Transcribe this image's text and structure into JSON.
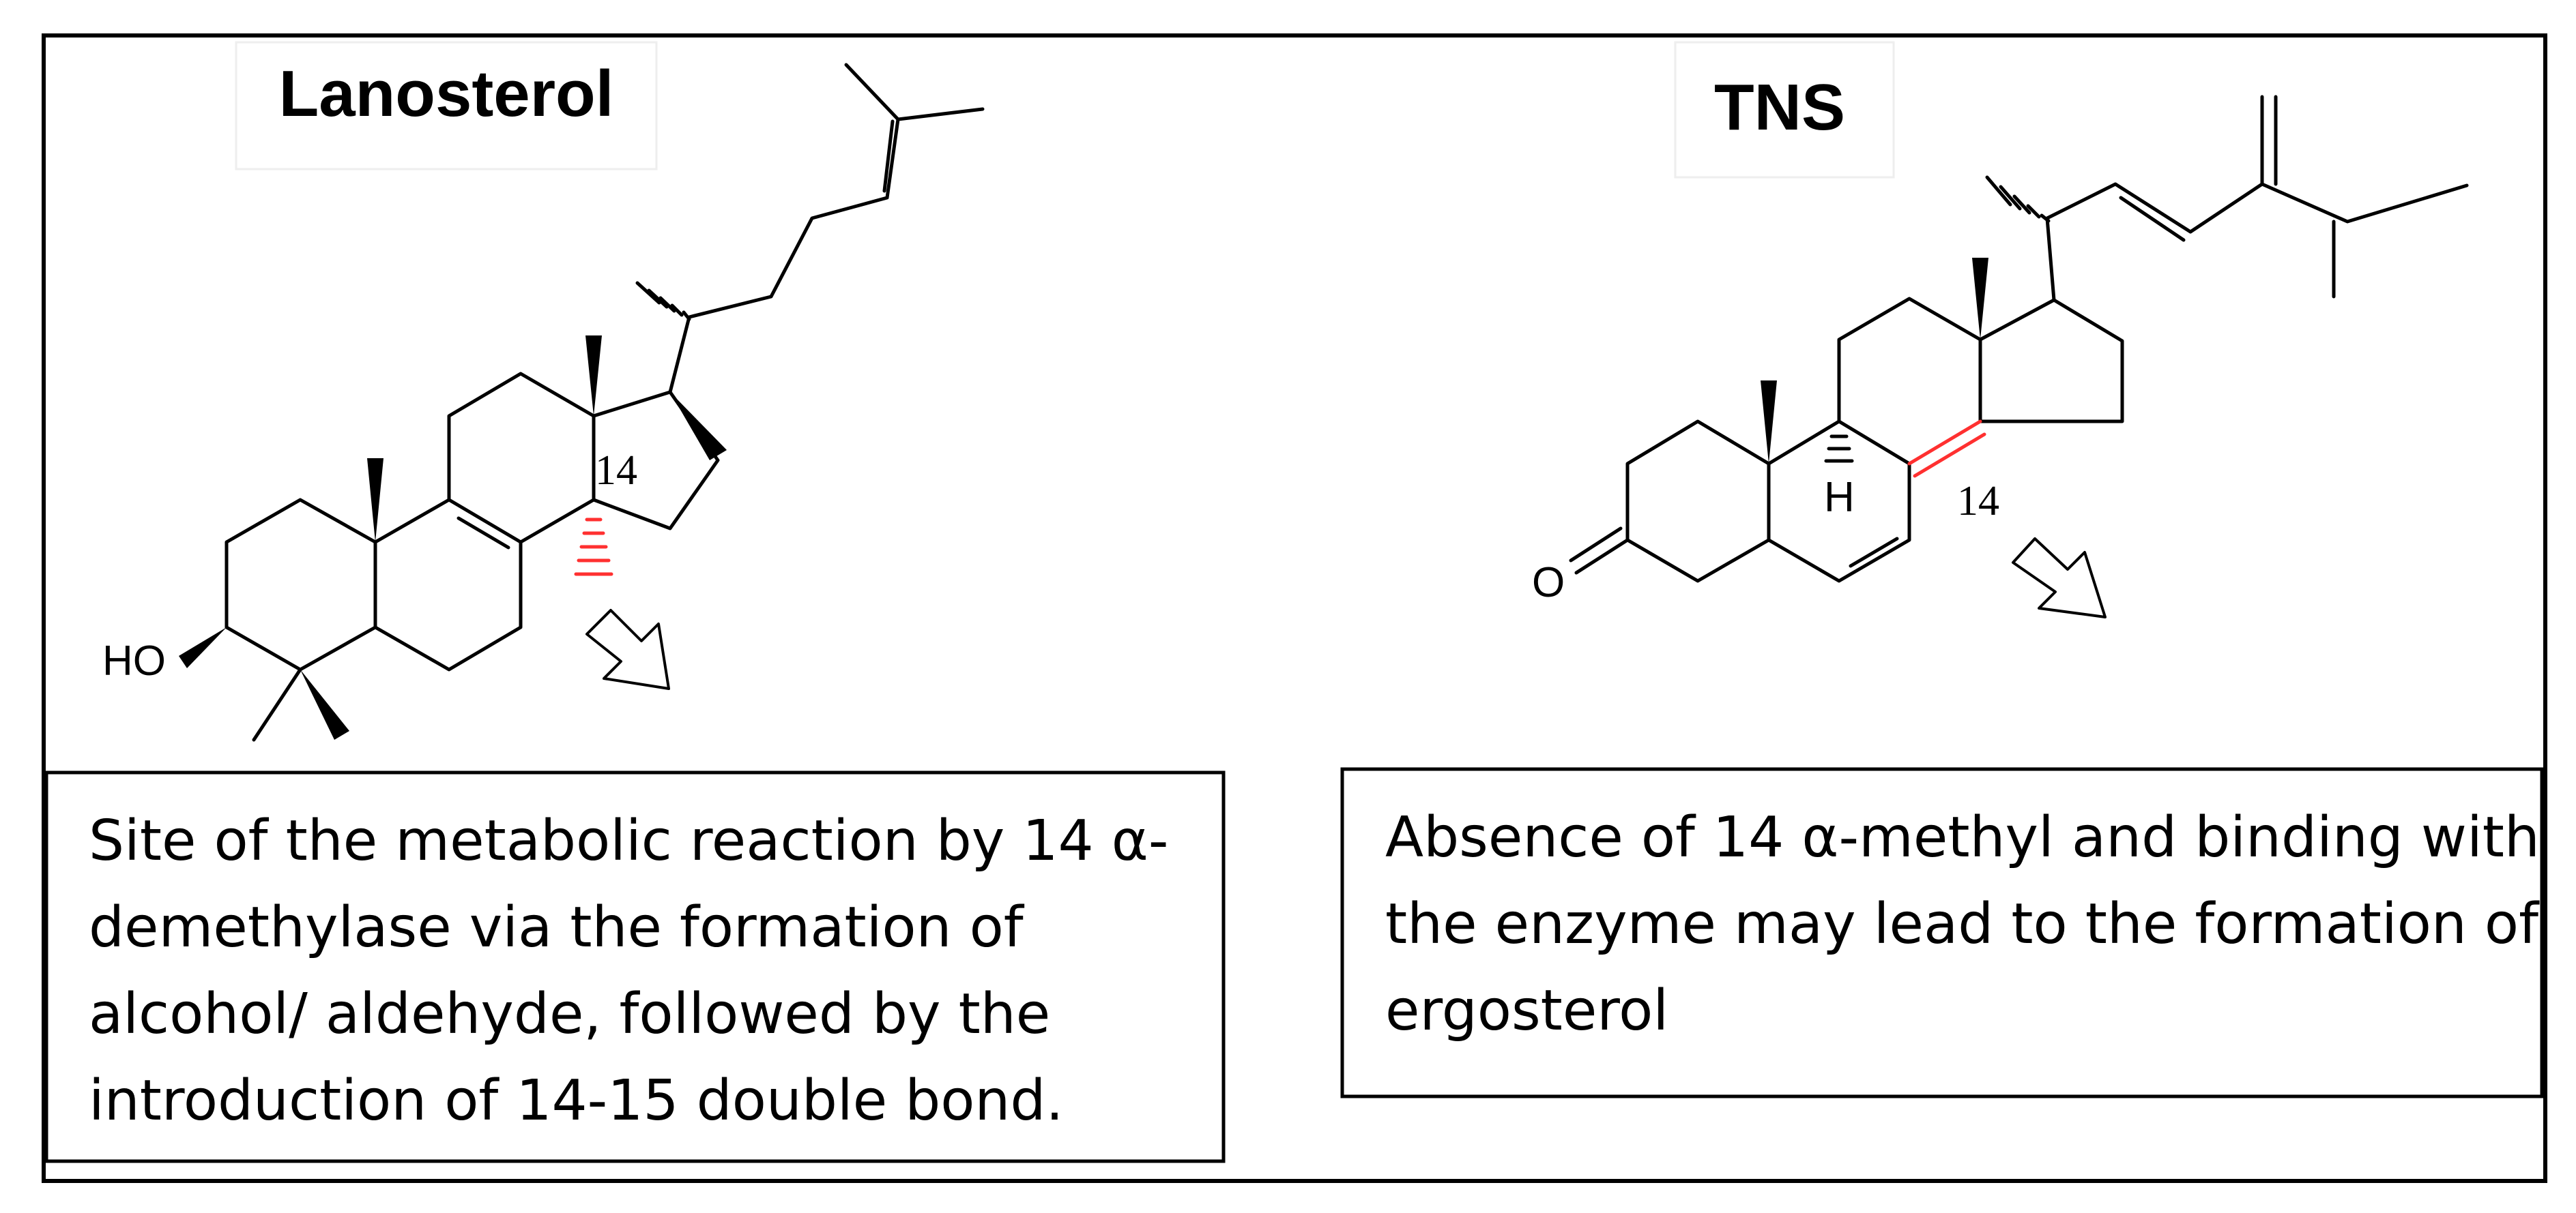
{
  "left_panel": {
    "title": "Lanosterol",
    "locant": "14",
    "hydroxyl_label": "HO",
    "caption_lines": [
      "Site of the metabolic reaction by 14 α-",
      "demethylase via the formation of",
      "alcohol/ aldehyde, followed by the",
      "introduction of 14-15 double bond."
    ]
  },
  "right_panel": {
    "title": "TNS",
    "locant": "14",
    "hydrogen_label": "H",
    "oxygen_label": "O",
    "caption_lines": [
      "Absence of 14 α-methyl and binding with",
      "the enzyme may lead to the formation of",
      "ergosterol"
    ]
  },
  "colors": {
    "highlight": "#ff3030",
    "line": "#000000"
  }
}
